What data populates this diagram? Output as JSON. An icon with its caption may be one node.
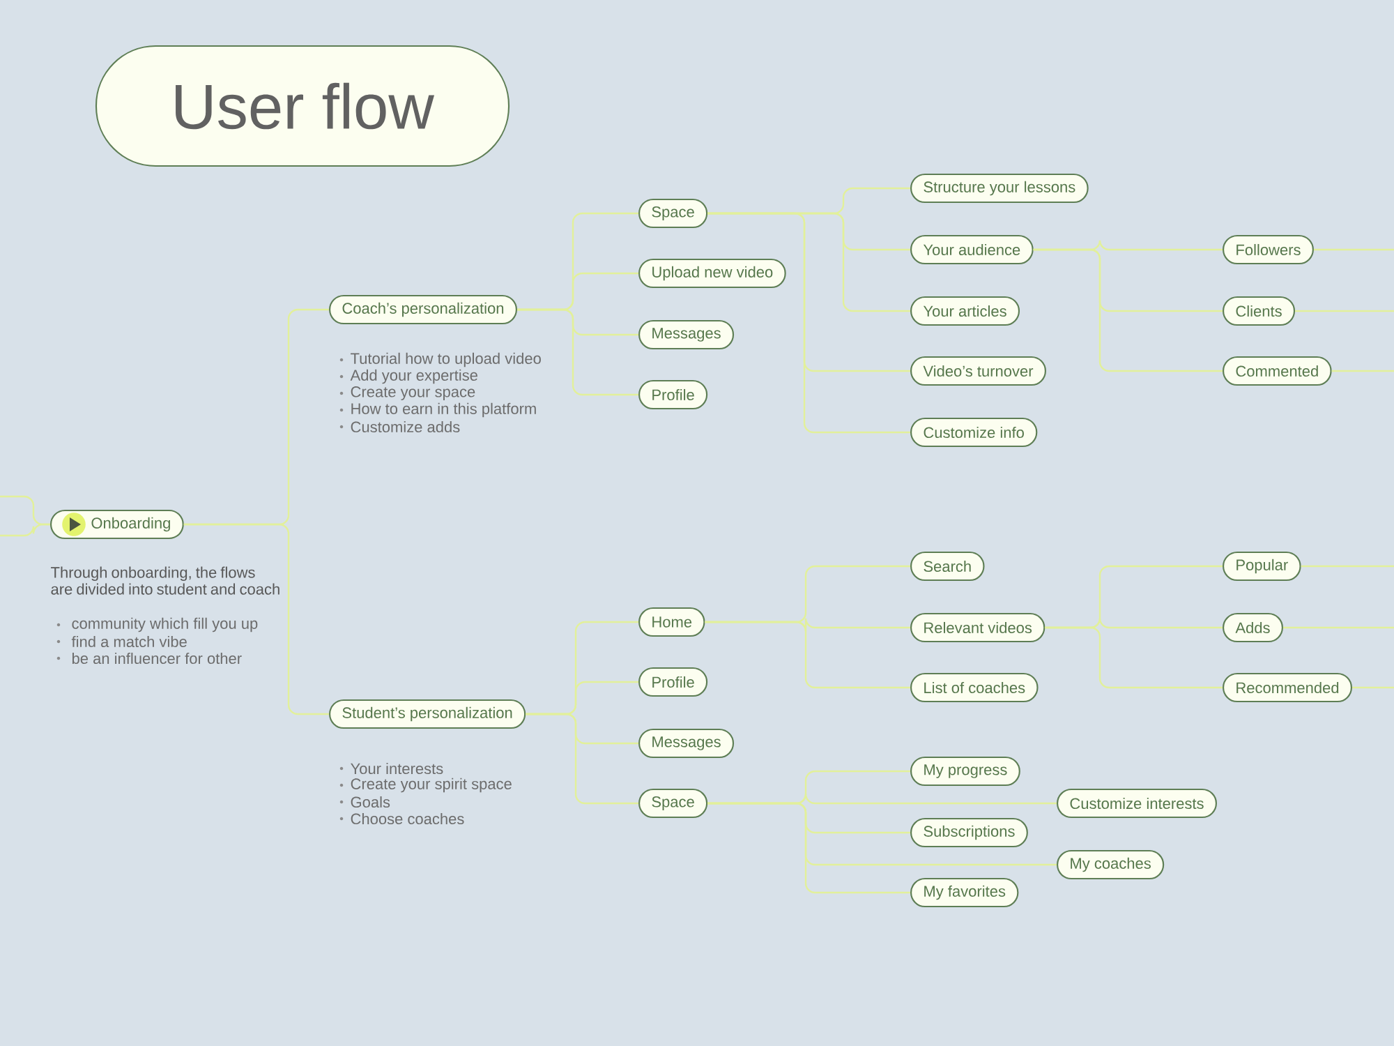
{
  "diagram": {
    "title": "User flow",
    "nodes": [
      {
        "text": [
          "Onboarding"
        ],
        "beside": [
          "Through onboarding, the flows are divided into student and coach",
          "community which fill you up",
          "find a match vibe",
          "be an influencer for other"
        ]
      },
      {
        "text": [
          "Coach’s personalization"
        ],
        "beside": [
          "Tutorial how to upload video",
          "Add your expertise",
          "Create your space",
          "How to earn in this platform",
          "Customize adds"
        ]
      },
      {
        "text": [
          "Space"
        ]
      },
      {
        "text": [
          "Upload new video"
        ]
      },
      {
        "text": [
          "Messages"
        ]
      },
      {
        "text": [
          "Profile"
        ]
      },
      {
        "text": [
          "Structure your lessons"
        ]
      },
      {
        "text": [
          "Your audience"
        ]
      },
      {
        "text": [
          "Your articles"
        ]
      },
      {
        "text": [
          "Video’s turnover"
        ]
      },
      {
        "text": [
          "Customize info"
        ]
      },
      {
        "text": [
          "Followers"
        ]
      },
      {
        "text": [
          "Clients"
        ]
      },
      {
        "text": [
          "Commented"
        ]
      },
      {
        "text": [
          "Student’s personalization"
        ],
        "beside": [
          "Your interests",
          "Create your spirit space",
          "Goals",
          "Choose coaches"
        ]
      },
      {
        "text": [
          "Home"
        ]
      },
      {
        "text": [
          "Profile"
        ]
      },
      {
        "text": [
          "Messages"
        ]
      },
      {
        "text": [
          "Space"
        ]
      },
      {
        "text": [
          "Search"
        ]
      },
      {
        "text": [
          "Relevant videos"
        ]
      },
      {
        "text": [
          "List of coaches"
        ]
      },
      {
        "text": [
          "Popular"
        ]
      },
      {
        "text": [
          "Adds"
        ]
      },
      {
        "text": [
          "Recommended"
        ]
      },
      {
        "text": [
          "My progress"
        ]
      },
      {
        "text": [
          "Customize interests"
        ]
      },
      {
        "text": [
          "Subscriptions"
        ]
      },
      {
        "text": [
          "My coaches"
        ]
      },
      {
        "text": [
          "My favorites"
        ]
      }
    ],
    "edges": [
      {
        "from": null,
        "to": 0,
        "arrow": "none"
      },
      {
        "from": null,
        "to": 0,
        "arrow": "none"
      },
      {
        "from": 0,
        "to": 1,
        "arrow": "none"
      },
      {
        "from": 0,
        "to": 14,
        "arrow": "none"
      },
      {
        "from": 1,
        "to": 2,
        "arrow": "none"
      },
      {
        "from": 1,
        "to": 3,
        "arrow": "none"
      },
      {
        "from": 1,
        "to": 4,
        "arrow": "none"
      },
      {
        "from": 1,
        "to": 5,
        "arrow": "none"
      },
      {
        "from": 2,
        "to": 6,
        "arrow": "none"
      },
      {
        "from": 2,
        "to": 7,
        "arrow": "none"
      },
      {
        "from": 2,
        "to": 8,
        "arrow": "none"
      },
      {
        "from": 2,
        "to": 9,
        "arrow": "none"
      },
      {
        "from": 2,
        "to": 10,
        "arrow": "none"
      },
      {
        "from": 7,
        "to": 11,
        "arrow": "none"
      },
      {
        "from": 7,
        "to": 12,
        "arrow": "none"
      },
      {
        "from": 7,
        "to": 13,
        "arrow": "none"
      },
      {
        "from": 11,
        "to": null,
        "arrow": "none"
      },
      {
        "from": 12,
        "to": null,
        "arrow": "none"
      },
      {
        "from": 13,
        "to": null,
        "arrow": "none"
      },
      {
        "from": 14,
        "to": 15,
        "arrow": "none"
      },
      {
        "from": 14,
        "to": 16,
        "arrow": "none"
      },
      {
        "from": 14,
        "to": 17,
        "arrow": "none"
      },
      {
        "from": 14,
        "to": 18,
        "arrow": "none"
      },
      {
        "from": 15,
        "to": 19,
        "arrow": "none"
      },
      {
        "from": 15,
        "to": 20,
        "arrow": "none"
      },
      {
        "from": 15,
        "to": 21,
        "arrow": "none"
      },
      {
        "from": 20,
        "to": 22,
        "arrow": "none"
      },
      {
        "from": 20,
        "to": 23,
        "arrow": "none"
      },
      {
        "from": 20,
        "to": 24,
        "arrow": "none"
      },
      {
        "from": 22,
        "to": null,
        "arrow": "none"
      },
      {
        "from": 23,
        "to": null,
        "arrow": "none"
      },
      {
        "from": 24,
        "to": null,
        "arrow": "none"
      },
      {
        "from": 18,
        "to": 25,
        "arrow": "none"
      },
      {
        "from": 18,
        "to": 26,
        "arrow": "none"
      },
      {
        "from": 18,
        "to": 27,
        "arrow": "none"
      },
      {
        "from": 18,
        "to": 28,
        "arrow": "none"
      },
      {
        "from": 18,
        "to": 29,
        "arrow": "none"
      }
    ]
  }
}
